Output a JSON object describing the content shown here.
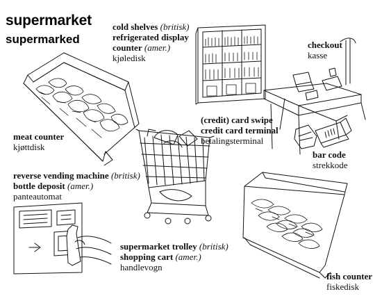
{
  "title": {
    "english": "supermarket",
    "norwegian": "supermarked"
  },
  "labels": {
    "cold_shelves": {
      "term": "cold shelves",
      "variant": "(britisk)",
      "alt_term": "refrigerated display counter",
      "alt_variant": "(amer.)",
      "norwegian": "kjøledisk"
    },
    "checkout": {
      "term": "checkout",
      "norwegian": "kasse"
    },
    "meat_counter": {
      "term": "meat counter",
      "norwegian": "kjøttdisk"
    },
    "card_terminal": {
      "term": "(credit) card swipe",
      "alt_term": "credit card terminal",
      "norwegian": "betalingsterminal"
    },
    "bar_code": {
      "term": "bar code",
      "norwegian": "strekkode"
    },
    "vending_machine": {
      "term": "reverse vending machine",
      "variant": "(britisk)",
      "alt_term": "bottle deposit",
      "alt_variant": "(amer.)",
      "norwegian": "panteautomat"
    },
    "trolley": {
      "term": "supermarket trolley",
      "variant": "(britisk)",
      "alt_term": "shopping cart",
      "alt_variant": "(amer.)",
      "norwegian": "handlevogn"
    },
    "fish_counter": {
      "term": "fish counter",
      "norwegian": "fiskedisk"
    }
  },
  "icons": {
    "meat_counter": "meat-counter-illustration",
    "cold_shelves": "refrigerated-shelves-illustration",
    "checkout": "checkout-counter-illustration",
    "bar_code": "barcode-scanner-illustration",
    "vending_machine": "reverse-vending-machine-illustration",
    "trolley": "shopping-trolley-illustration",
    "fish_counter": "fish-counter-illustration"
  },
  "colors": {
    "ink": "#111111",
    "background": "#ffffff"
  }
}
